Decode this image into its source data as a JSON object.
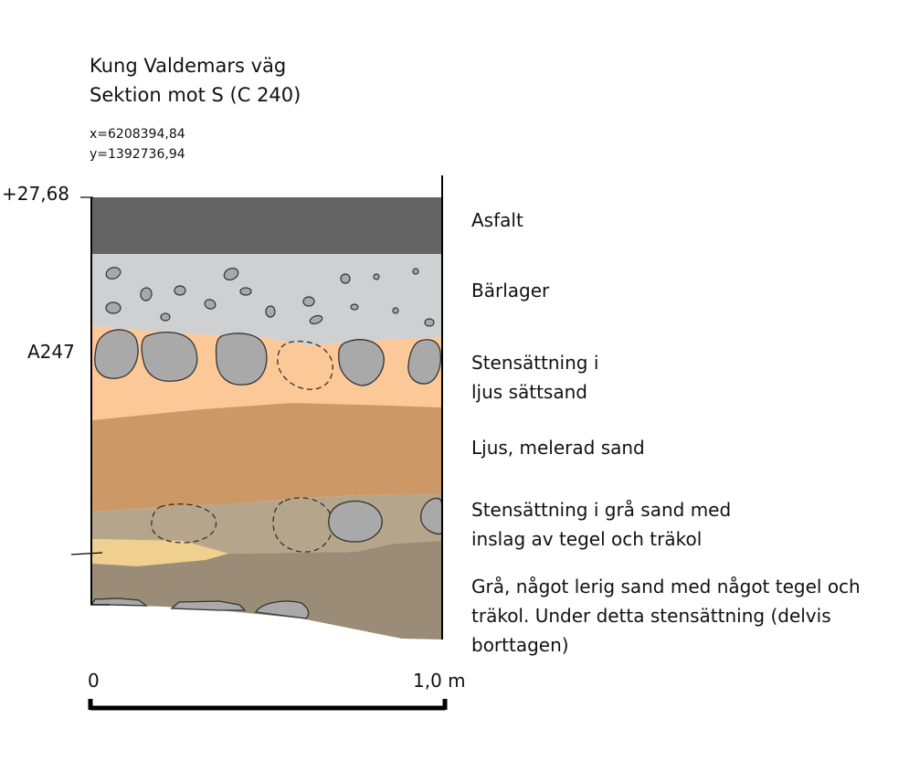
{
  "title_lines": [
    "Kung Valdemars väg",
    "Sektion mot S (C 240)"
  ],
  "coordinates": [
    "x=6208394,84",
    "y=1392736,94"
  ],
  "elevation_label": "+27,68",
  "context_label": "A247",
  "layers": [
    {
      "lines": [
        "Asfalt"
      ],
      "color": "#646464"
    },
    {
      "lines": [
        "Bärlager"
      ],
      "color": "#cfd0d2"
    },
    {
      "lines": [
        "Stensättning i",
        "ljus sättsand"
      ],
      "color": "#fdc898"
    },
    {
      "lines": [
        "Ljus, melerad sand"
      ],
      "color": "#cc9866"
    },
    {
      "lines": [
        "Stensättning i grå sand med",
        "inslag av tegel och träkol"
      ],
      "color": "#b5a58a"
    },
    {
      "lines": [
        "Grå, något lerig sand med något tegel och",
        "träkol. Under detta stensättning (delvis",
        "borttagen)"
      ],
      "color": "#9a8c76"
    }
  ],
  "lens_color": "#f0d08f",
  "stone_color": "#a9a9a9",
  "scale": {
    "start_label": "0",
    "end_label": "1,0 m"
  }
}
